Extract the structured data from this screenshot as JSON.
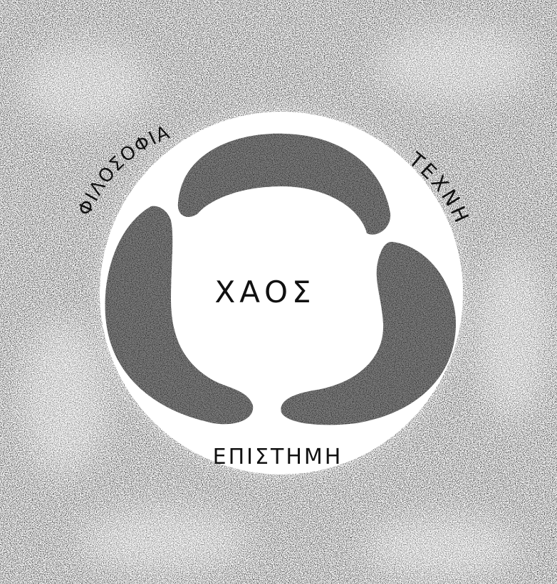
{
  "drawing": {
    "style": "stippled ink drawing",
    "center_label": "ΧΑΟΣ",
    "labels": {
      "top_left": "ΦΙΛΟΣΟΦΙΑ",
      "top_right": "ΤΕΧΝΗ",
      "bottom": "ΕΠΙΣΤΗΜΗ"
    }
  },
  "colors": {
    "ink": "#111111",
    "paper": "#ffffff"
  }
}
